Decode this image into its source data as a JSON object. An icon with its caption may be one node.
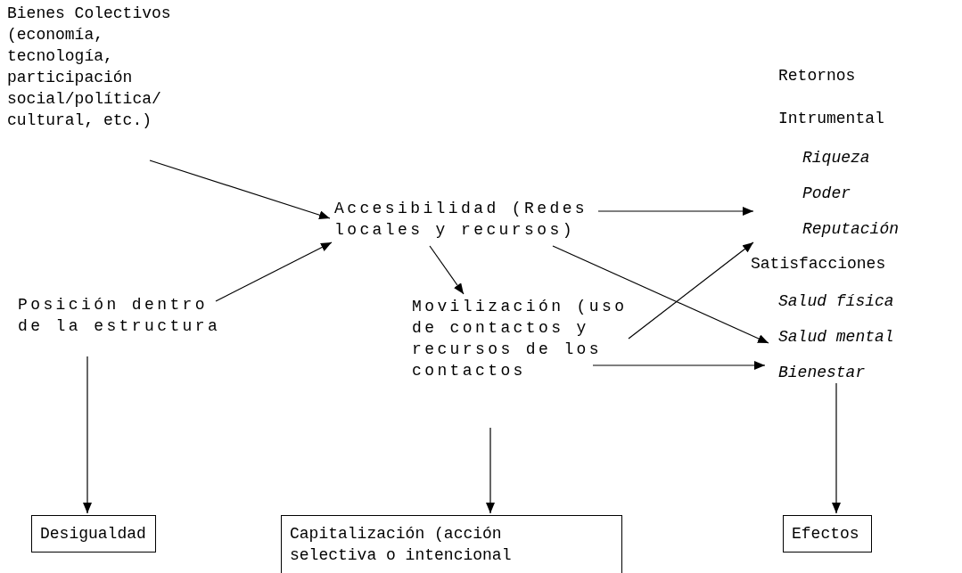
{
  "diagram": {
    "nodes": [
      {
        "text": [
          "Bienes Colectivos (economía, tecnología, participación social/política/ cultural, etc.)"
        ]
      },
      {
        "text": [
          "Accesibilidad (Redes locales y recursos)"
        ]
      },
      {
        "text": [
          "Posición dentro de la estructura"
        ]
      },
      {
        "text": [
          "Movilización (uso de contactos y recursos de los contactos"
        ]
      },
      {
        "text": [
          "Retornos",
          "Intrumental",
          "Riqueza",
          "Poder",
          "Reputación",
          "Satisfacciones",
          "Salud física",
          "Salud mental",
          "Bienestar"
        ]
      },
      {
        "text": [
          "Desigualdad"
        ]
      },
      {
        "text": [
          "Capitalización (acción selectiva o intencional"
        ]
      },
      {
        "text": [
          "Efectos"
        ]
      }
    ],
    "edges": [
      {
        "from": 0,
        "to": 1,
        "arrow": "to"
      },
      {
        "from": 2,
        "to": 1,
        "arrow": "to"
      },
      {
        "from": 1,
        "to": 4,
        "arrow": "to"
      },
      {
        "from": 1,
        "to": 3,
        "arrow": "to"
      },
      {
        "from": 1,
        "to": 4,
        "arrow": "to"
      },
      {
        "from": 3,
        "to": 4,
        "arrow": "to"
      },
      {
        "from": 3,
        "to": 4,
        "arrow": "to"
      },
      {
        "from": 2,
        "to": 5,
        "arrow": "to"
      },
      {
        "from": 3,
        "to": 6,
        "arrow": "to"
      },
      {
        "from": 4,
        "to": 7,
        "arrow": "to"
      }
    ]
  }
}
